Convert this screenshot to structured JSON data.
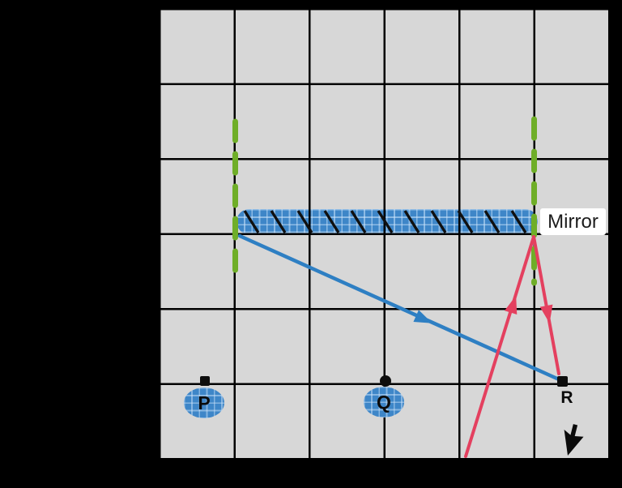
{
  "labels": {
    "mirror": "Mirror"
  },
  "points": {
    "p": {
      "label": "P"
    },
    "q": {
      "label": "Q"
    },
    "r": {
      "label": "R"
    }
  },
  "icons": {
    "cursor": "mouse-cursor-arrow-icon"
  },
  "colors": {
    "background": "#000000",
    "paper": "#d7d7d7",
    "paper_mesh_dot": "#202020",
    "major_grid_line": "#000000",
    "mirror_fill": "#3e86c8",
    "mirror_hatch": "#101010",
    "normal_line_green": "#6fae28",
    "ray_blue": "#2e7fc3",
    "ray_red": "#e4405f",
    "point_dot": "#0d0d0d",
    "mirror_label_bg": "#ffffff",
    "mirror_label_text": "#1c1c1c",
    "highlight_ellipse": "#3e86c8"
  }
}
